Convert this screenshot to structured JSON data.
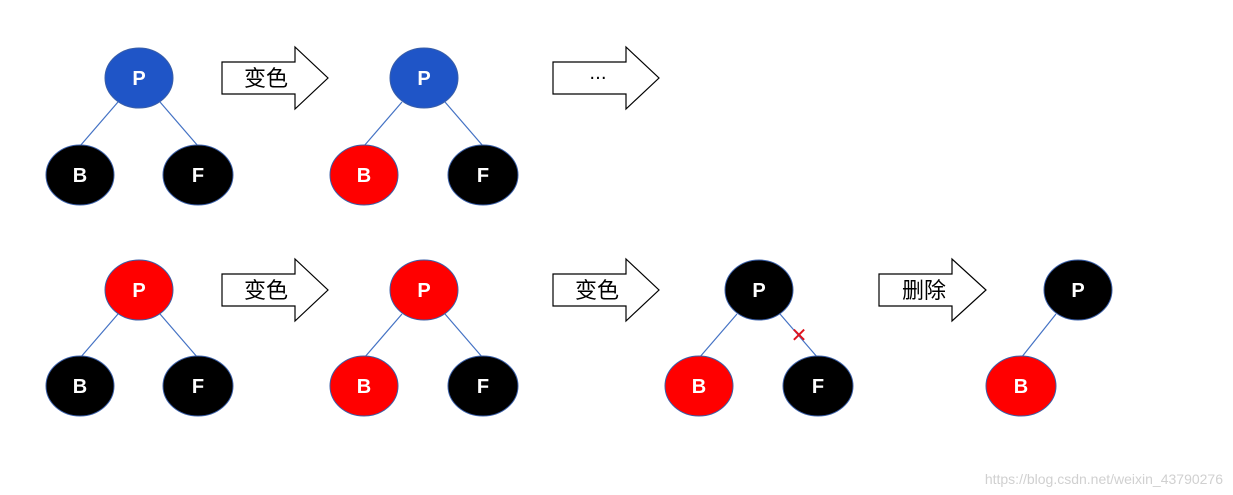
{
  "colors": {
    "blue": "#1f55c7",
    "red": "#ff0000",
    "black": "#000000",
    "edge": "#4472c4",
    "node_stroke": "#3a5fa8",
    "delete_mark": "#e0141e"
  },
  "row1": {
    "tree1": {
      "parent": {
        "label": "P",
        "color": "blue"
      },
      "left": {
        "label": "B",
        "color": "black"
      },
      "right": {
        "label": "F",
        "color": "black"
      }
    },
    "arrow1": {
      "label": "变色"
    },
    "tree2": {
      "parent": {
        "label": "P",
        "color": "blue"
      },
      "left": {
        "label": "B",
        "color": "red"
      },
      "right": {
        "label": "F",
        "color": "black"
      }
    },
    "arrow2": {
      "label": "···"
    }
  },
  "row2": {
    "tree1": {
      "parent": {
        "label": "P",
        "color": "red"
      },
      "left": {
        "label": "B",
        "color": "black"
      },
      "right": {
        "label": "F",
        "color": "black"
      }
    },
    "arrow1": {
      "label": "变色"
    },
    "tree2": {
      "parent": {
        "label": "P",
        "color": "red"
      },
      "left": {
        "label": "B",
        "color": "red"
      },
      "right": {
        "label": "F",
        "color": "black"
      }
    },
    "arrow2": {
      "label": "变色"
    },
    "tree3": {
      "parent": {
        "label": "P",
        "color": "black"
      },
      "left": {
        "label": "B",
        "color": "red"
      },
      "right": {
        "label": "F",
        "color": "black"
      },
      "delete_mark": "✕"
    },
    "arrow3": {
      "label": "删除"
    },
    "tree4": {
      "parent": {
        "label": "P",
        "color": "black"
      },
      "left": {
        "label": "B",
        "color": "red"
      }
    }
  },
  "watermark": "https://blog.csdn.net/weixin_43790276"
}
